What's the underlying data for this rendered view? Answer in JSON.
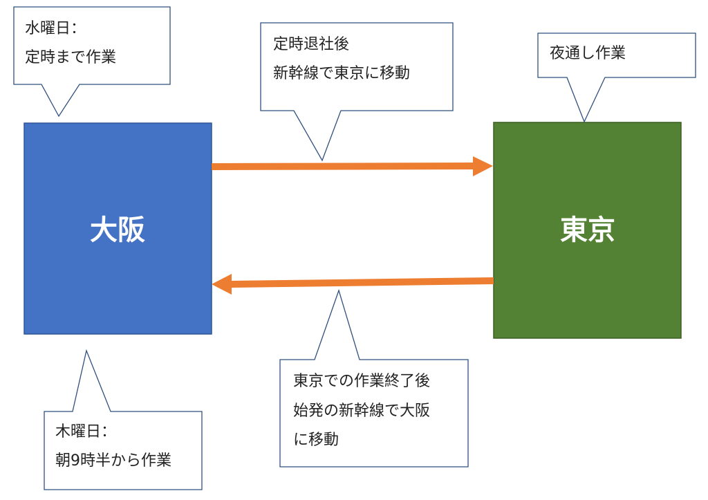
{
  "cities": {
    "osaka": {
      "label": "大阪",
      "color": "#4472C4"
    },
    "tokyo": {
      "label": "東京",
      "color": "#548235"
    }
  },
  "arrow_color": "#ED7D31",
  "callouts": {
    "wednesday": {
      "line1": "水曜日：",
      "line2": "定時まで作業"
    },
    "after_work": {
      "line1": "定時退社後",
      "line2": "新幹線で東京に移動"
    },
    "all_night": {
      "line1": "夜通し作業"
    },
    "after_tokyo": {
      "line1": "東京での作業終了後",
      "line2": "始発の新幹線で大阪",
      "line3": "に移動"
    },
    "thursday": {
      "line1": "木曜日：",
      "line2": "朝9時半から作業"
    }
  }
}
